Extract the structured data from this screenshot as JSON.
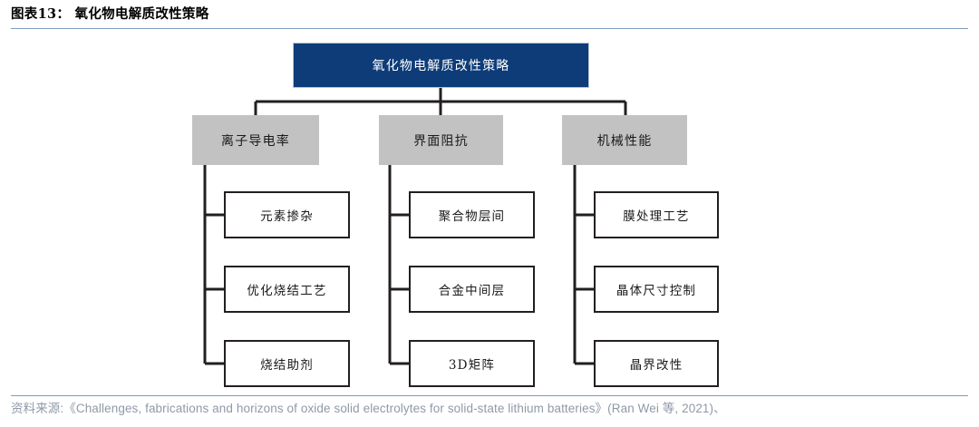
{
  "header": {
    "figure_label": "图表13：",
    "figure_title": "氧化物电解质改性策略",
    "full_title": "图表13： 氧化物电解质改性策略",
    "rule_color": "#7f9cc0"
  },
  "diagram": {
    "type": "tree",
    "root": {
      "label": "氧化物电解质改性策略",
      "fill": "#0d3c78",
      "text_color": "#ffffff"
    },
    "categories": [
      {
        "label": "离子导电率",
        "fill": "#c2c2c2",
        "children": [
          {
            "label": "元素掺杂"
          },
          {
            "label": "优化烧结工艺"
          },
          {
            "label": "烧结助剂"
          }
        ]
      },
      {
        "label": "界面阻抗",
        "fill": "#c2c2c2",
        "children": [
          {
            "label": "聚合物层间"
          },
          {
            "label": "合金中间层"
          },
          {
            "label": "3D矩阵"
          }
        ]
      },
      {
        "label": "机械性能",
        "fill": "#c2c2c2",
        "children": [
          {
            "label": "膜处理工艺"
          },
          {
            "label": "晶体尺寸控制"
          },
          {
            "label": "晶界改性"
          }
        ]
      }
    ],
    "leaf_style": {
      "fill": "#ffffff",
      "border_color": "#231f20"
    },
    "connector_color": "#231f20"
  },
  "footer": {
    "source": "资料来源:《Challenges, fabrications and horizons of oxide solid electrolytes for solid-state lithium batteries》(Ran Wei 等, 2021)、",
    "text_color": "#9099a8"
  }
}
